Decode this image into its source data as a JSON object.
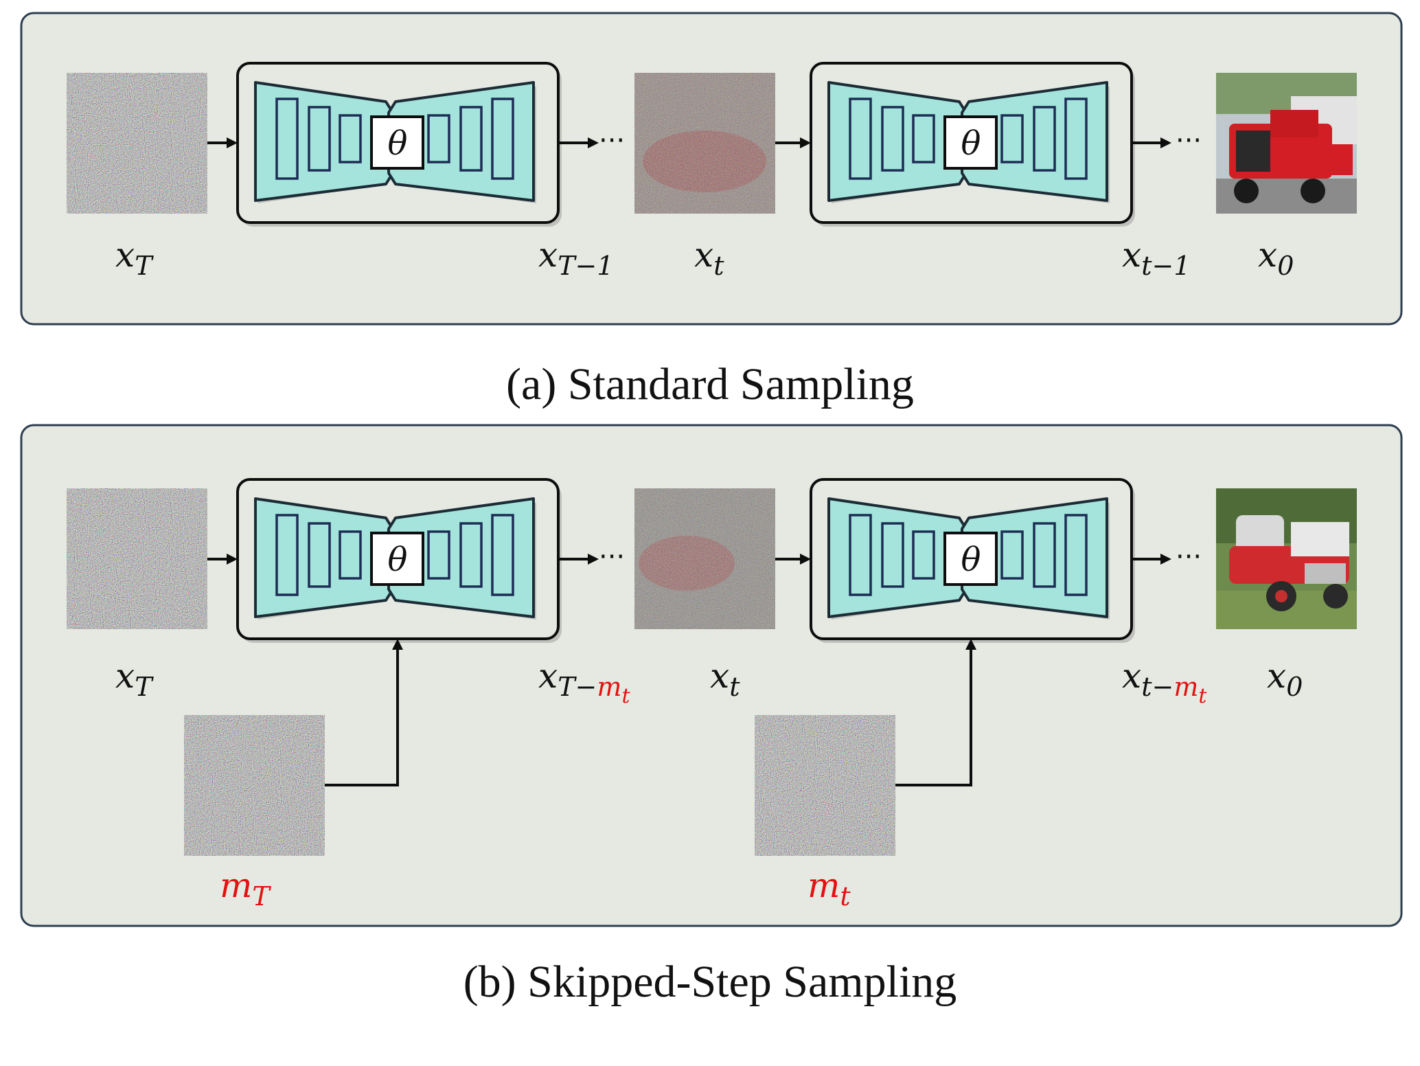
{
  "panels": {
    "a": {
      "caption": "(a) Standard Sampling",
      "labels": {
        "x_T": {
          "base": "x",
          "sub": "T"
        },
        "x_T_minus": {
          "base": "x",
          "sub": "T−1"
        },
        "x_t": {
          "base": "x",
          "sub": "t"
        },
        "x_t_minus": {
          "base": "x",
          "sub": "t−1"
        },
        "x_0": {
          "base": "x",
          "sub": "0"
        }
      }
    },
    "b": {
      "caption": "(b) Skipped-Step Sampling",
      "labels": {
        "x_T": {
          "base": "x",
          "sub": "T"
        },
        "x_T_minus": {
          "base": "x",
          "sub": "T−",
          "subsub_base": "m",
          "subsub": "t"
        },
        "x_t": {
          "base": "x",
          "sub": "t"
        },
        "x_t_minus": {
          "base": "x",
          "sub": "t−",
          "subsub_base": "m",
          "subsub": "t"
        },
        "x_0": {
          "base": "x",
          "sub": "0"
        },
        "m_T": {
          "base": "m",
          "sub": "T"
        },
        "m_t": {
          "base": "m",
          "sub": "t"
        }
      }
    }
  },
  "model_symbol": "θ",
  "ellipsis": "···",
  "colors": {
    "panel_bg": "#e6e9e2",
    "network_fill": "#a4e4dc",
    "layer_stroke": "#1d2d55",
    "highlight": "#e21212"
  },
  "icons": {
    "noise": "random-noise-image-icon",
    "partial_noise": "partially-denoised-image-icon",
    "clean": "fire-truck-photo-icon",
    "network": "unet-icon"
  }
}
